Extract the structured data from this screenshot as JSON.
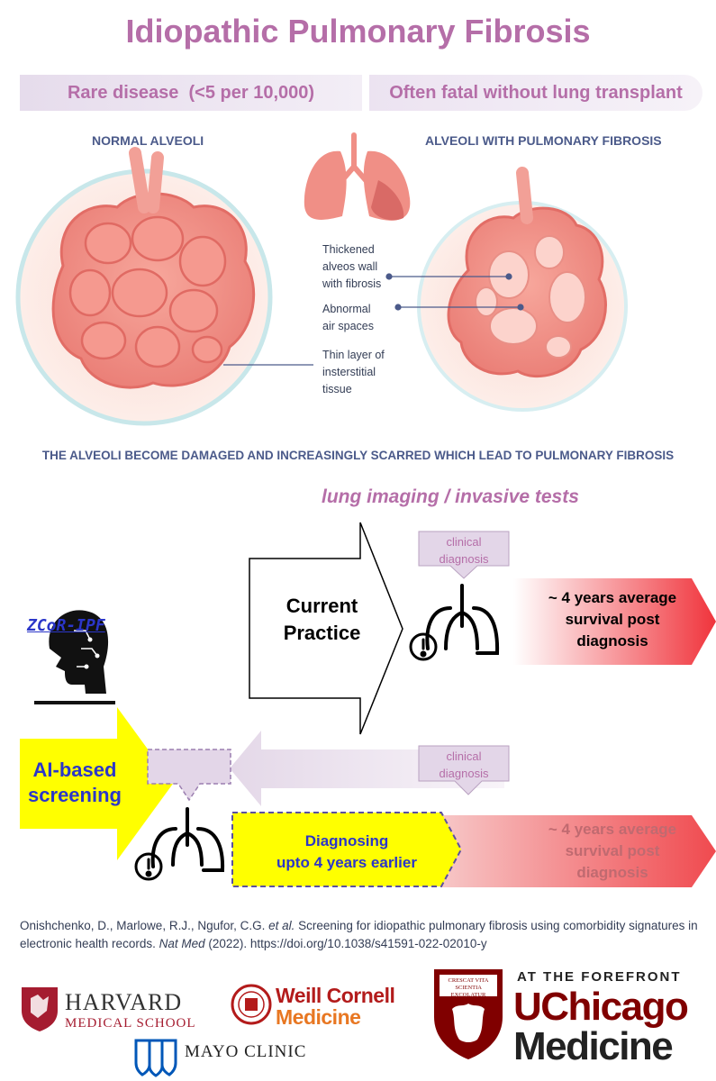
{
  "title": "Idiopathic Pulmonary Fibrosis",
  "banner": {
    "left": "Rare disease  (<5 per 10,000)",
    "right": "Often fatal without lung transplant"
  },
  "alveoli": {
    "normal_heading": "NORMAL ALVEOLI",
    "fibrosis_heading": "ALVEOLI WITH PULMONARY FIBROSIS",
    "annotations": {
      "thickened_wall": [
        "Thickened",
        "alveos wall",
        "with fibrosis"
      ],
      "abnormal_spaces": [
        "Abnormal",
        "air spaces"
      ],
      "thin_layer": [
        "Thin layer of",
        "insterstitial",
        "tissue"
      ]
    }
  },
  "tagline": "THE ALVEOLI BECOME DAMAGED AND INCREASINGLY SCARRED WHICH LEAD TO PULMONARY FIBROSIS",
  "flow": {
    "imaging_label": "lung imaging / invasive tests",
    "current_practice": [
      "Current",
      "Practice"
    ],
    "clinical_diagnosis_top": [
      "clinical",
      "diagnosis"
    ],
    "survival_top": [
      "~ 4 years average",
      "survival post",
      "diagnosis"
    ],
    "zcor_label": "ZCoR-IPF",
    "ai_screening": [
      "AI-based",
      "screening"
    ],
    "clinical_diagnosis_bottom": [
      "clinical",
      "diagnosis"
    ],
    "earlier": [
      "Diagnosing",
      "upto 4 years earlier"
    ],
    "survival_bottom": [
      "~ 4 years average",
      "survival post",
      "diagnosis"
    ]
  },
  "citation": {
    "authors": "Onishchenko, D., Marlowe, R.J., Ngufor, C.G. ",
    "etal": "et al.",
    "title_text": " Screening for idiopathic pulmonary fibrosis using comorbidity signatures in electronic health records. ",
    "journal": "Nat Med",
    "rest": " (2022). https://doi.org/10.1038/s41591-022-02010-y"
  },
  "logos": {
    "harvard_main": "HARVARD",
    "harvard_sub": "MEDICAL SCHOOL",
    "weill_line1": "Weill Cornell",
    "weill_line2": "Medicine",
    "mayo": "MAYO CLINIC",
    "uchicago_top": "AT THE FOREFRONT",
    "uchicago_line1": "UChicago",
    "uchicago_line2": "Medicine",
    "seal_text": [
      "CRESCAT",
      "SCIENTIA",
      "VITA",
      "EXCOLATUR"
    ]
  },
  "colors": {
    "title": "#b56ea8",
    "heading_blue": "#4b5a8a",
    "alveoli_pink": "#f08f86",
    "ai_yellow": "#ffff00",
    "survival_red": "#f0444a",
    "uchicago_maroon": "#800000",
    "weill_red": "#b31b1b",
    "weill_orange": "#e87722",
    "mayo_blue": "#0057b8",
    "zcor_blue": "#2b36c9"
  }
}
